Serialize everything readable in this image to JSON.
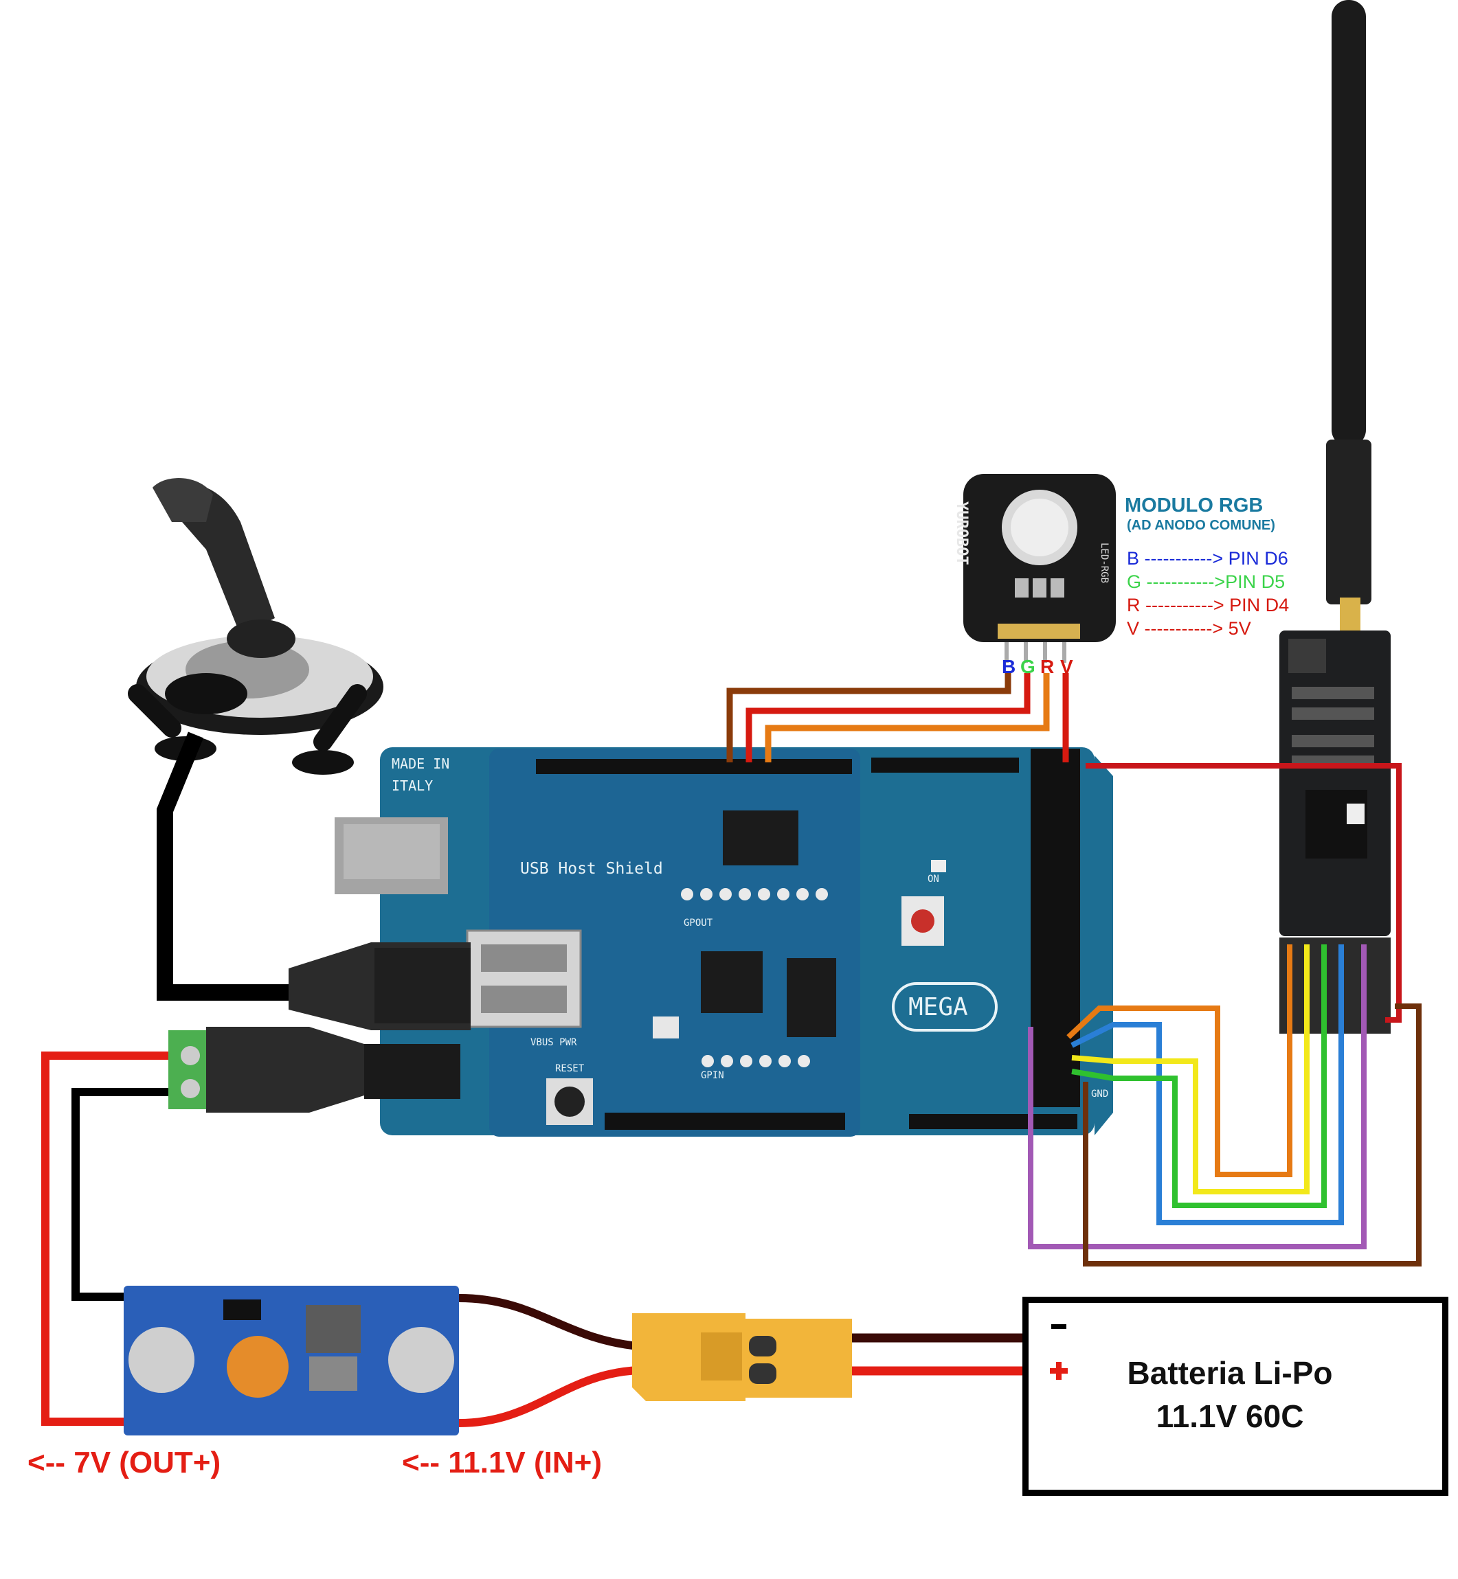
{
  "rgb_module": {
    "title": "MODULO RGB",
    "subtitle": "(AD ANODO COMUNE)",
    "brand": "YUROBOT",
    "model": "LED-RGB",
    "pins": [
      "B",
      "G",
      "R",
      "V"
    ],
    "mappings": [
      {
        "text": "B -----------> PIN D6",
        "color": "#1a2bd8"
      },
      {
        "text": "G ----------->PIN D5",
        "color": "#3bd34a"
      },
      {
        "text": "R -----------> PIN D4",
        "color": "#d61a10"
      },
      {
        "text": "V -----------> 5V",
        "color": "#d61a10"
      }
    ]
  },
  "board": {
    "made_in": "MADE IN",
    "country": "ITALY",
    "model": "MEGA",
    "shield_title": "USB Host Shield",
    "on_label": "ON",
    "reset_label": "RESET",
    "gnd_label": "GND",
    "vbus_pwr": "VBUS PWR",
    "gpout": "GPOUT",
    "gpin": "GPIN"
  },
  "converter": {
    "out_label": "<-- 7V (OUT+)",
    "in_label": "<-- 11.1V (IN+)"
  },
  "battery": {
    "minus": "−",
    "plus": "+",
    "name": "Batteria Li-Po",
    "spec": "11.1V 60C"
  },
  "colors": {
    "board_blue": "#1d6e93",
    "wire_red": "#e41e14",
    "wire_black": "#000000",
    "wire_brown": "#8a3b0a",
    "wire_orange": "#e67a14",
    "wire_yellow": "#f2e81a",
    "wire_green": "#2fc12f",
    "wire_blue": "#2a7fd6",
    "wire_purple": "#a259b5",
    "xt60": "#f2b53a",
    "converter_blue": "#2a5fb8"
  }
}
